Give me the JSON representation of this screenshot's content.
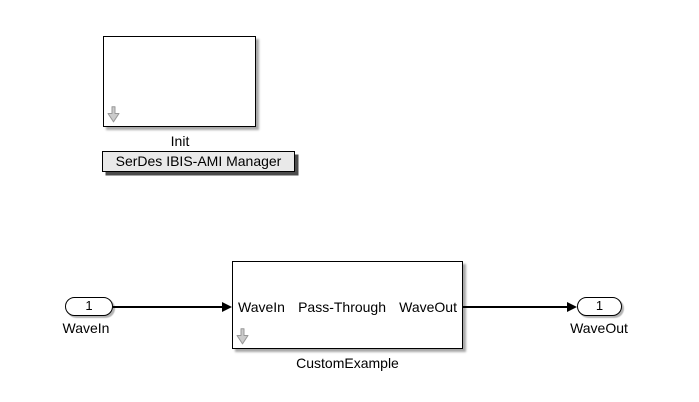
{
  "blocks": {
    "init": {
      "label": "Init"
    },
    "annotation": {
      "text": "SerDes IBIS-AMI Manager"
    },
    "custom": {
      "label": "CustomExample",
      "center_text": "Pass-Through",
      "left_port": "WaveIn",
      "right_port": "WaveOut"
    },
    "inport": {
      "number": "1",
      "label": "WaveIn"
    },
    "outport": {
      "number": "1",
      "label": "WaveOut"
    }
  },
  "colors": {
    "background": "#ffffff",
    "block_fill": "#ffffff",
    "block_border": "#000000",
    "block_shadow": "#a8a8a8",
    "annotation_fill": "#e9e9e9",
    "annotation_shadow": "#4c4c4c",
    "signal_line": "#000000",
    "open_arrow_fill": "#cbcbcb",
    "open_arrow_stroke": "#989898"
  }
}
